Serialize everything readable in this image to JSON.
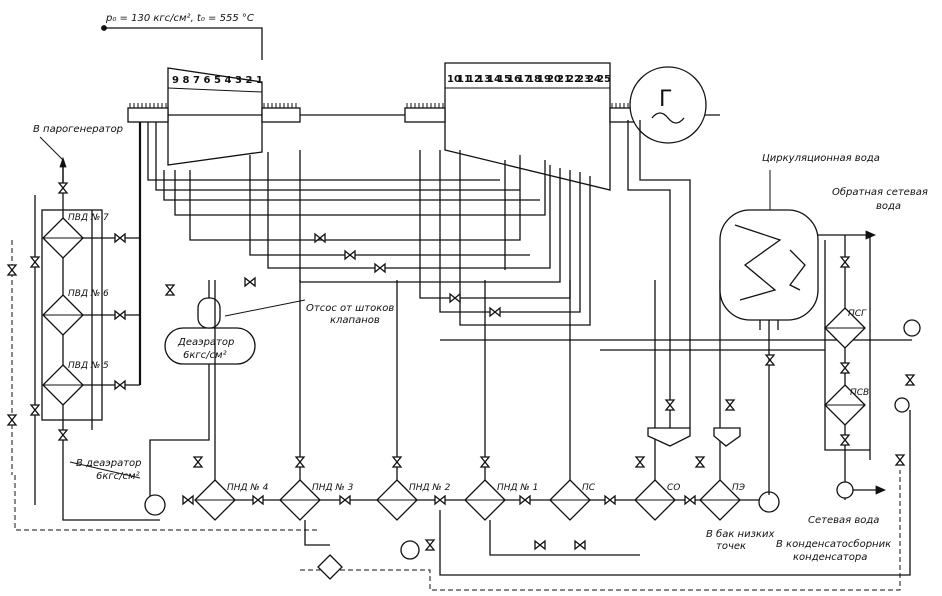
{
  "header": {
    "steam_params": "p₀ = 130 кгс/см²,  t₀ = 555 °C"
  },
  "turbine": {
    "hp_stages": [
      "9",
      "8",
      "7",
      "6",
      "5",
      "4",
      "3",
      "2",
      "1"
    ],
    "lp_stages": [
      "10",
      "11",
      "12",
      "13",
      "14",
      "15",
      "16",
      "17",
      "18",
      "19",
      "20",
      "21",
      "22",
      "23",
      "24",
      "25"
    ]
  },
  "generator": {
    "symbol": "Г"
  },
  "labels": {
    "to_steam_generator": "В парогенератор",
    "circulating_water": "Циркуляционная вода",
    "return_network_water_1": "Обратная сетевая",
    "return_network_water_2": "вода",
    "valve_stem_leakoff_1": "Отсос от штоков",
    "valve_stem_leakoff_2": "клапанов",
    "deaerator_1": "Деаэратор",
    "deaerator_2": "6кгс/см²",
    "to_deaerator_1": "В деаэратор",
    "to_deaerator_2": "6кгс/см²",
    "to_low_points_tank_1": "В бак низких",
    "to_low_points_tank_2": "точек",
    "to_condensate_collector_1": "В конденсатосборник",
    "to_condensate_collector_2": "конденсатора",
    "network_water": "Сетевая вода"
  },
  "heaters": {
    "hp": [
      "ПВД № 7",
      "ПВД № 6",
      "ПВД № 5"
    ],
    "lp": [
      "ПНД № 4",
      "ПНД № 3",
      "ПНД № 2",
      "ПНД № 1"
    ],
    "ps": "ПС",
    "so": "СО",
    "pe": "ПЭ",
    "psg": "ПСГ",
    "psv": "ПСВ"
  }
}
